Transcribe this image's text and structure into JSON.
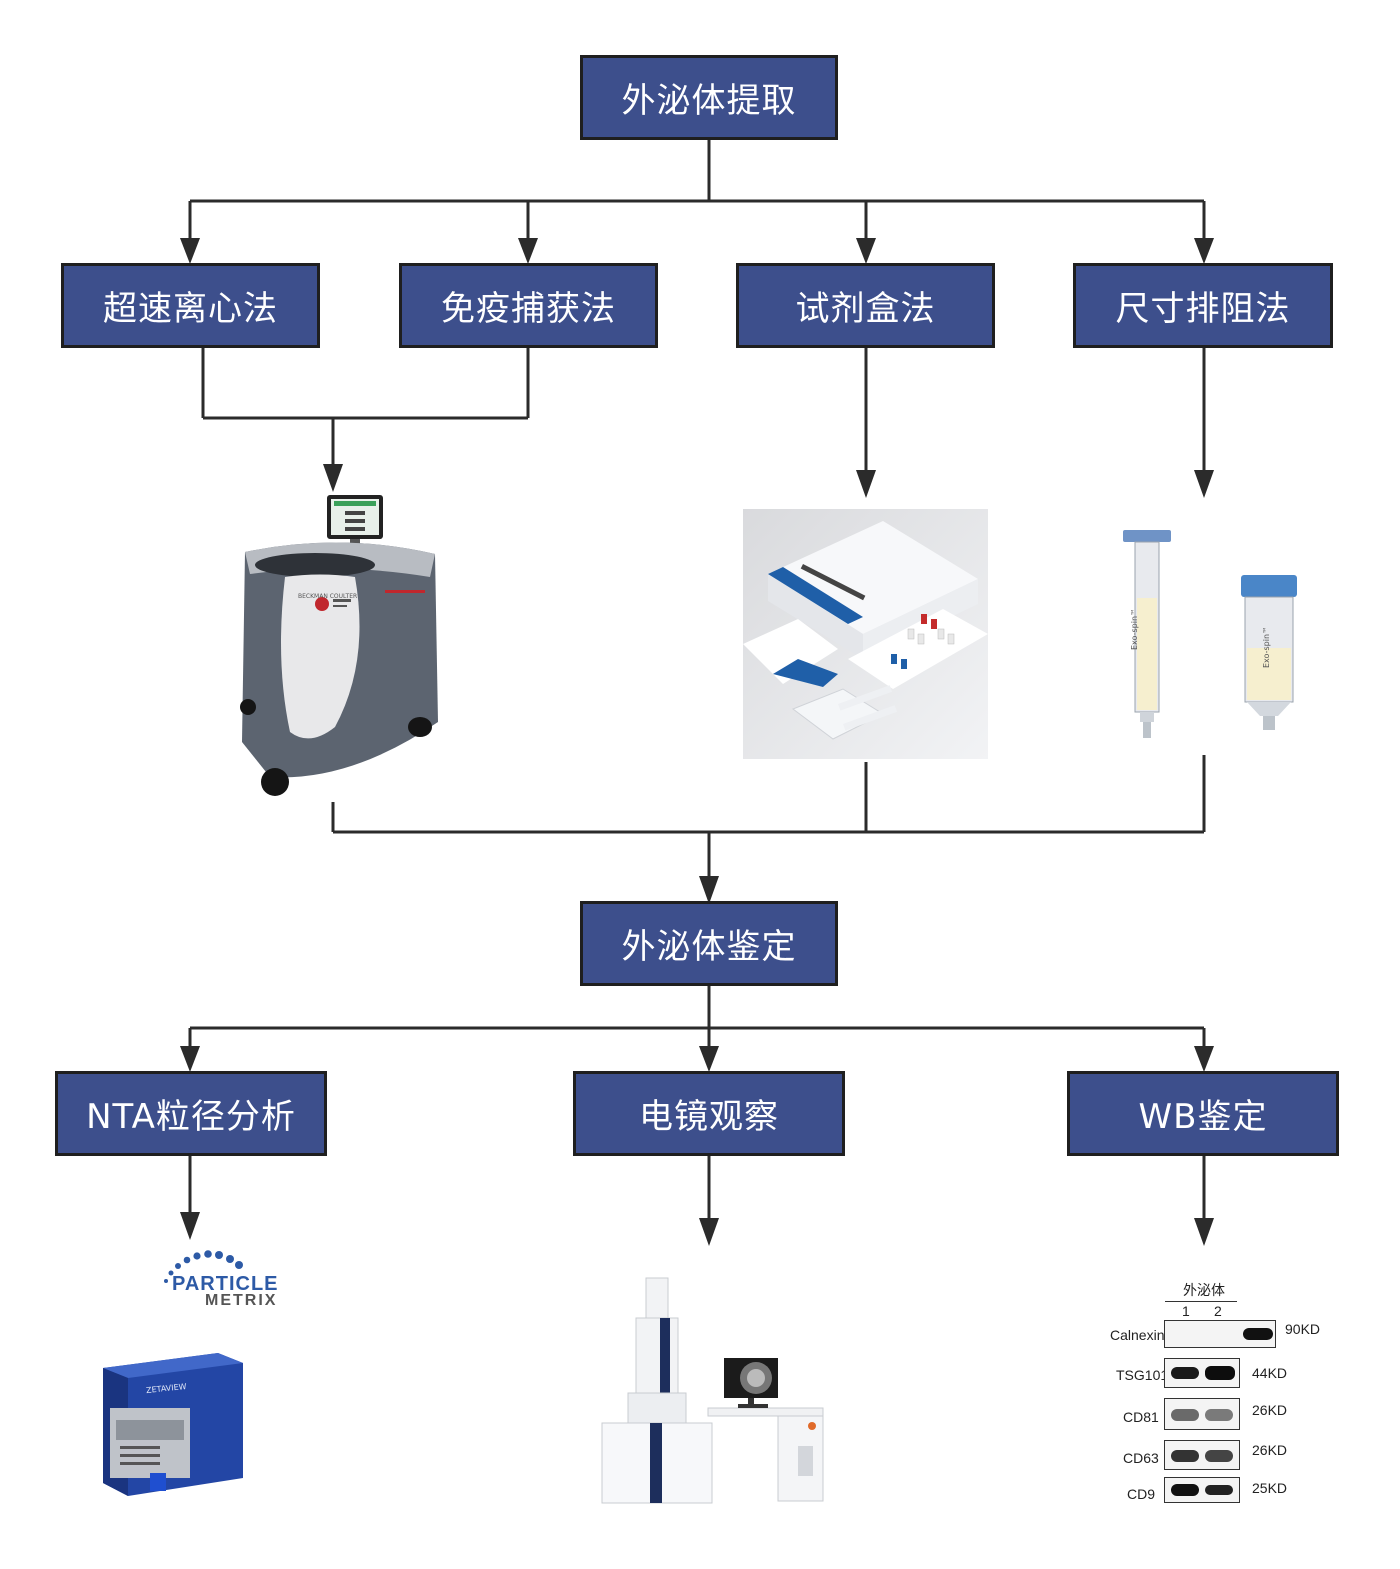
{
  "nodes": {
    "extraction": "外泌体提取",
    "ultracentrifugation": "超速离心法",
    "immunocapture": "免疫捕获法",
    "kit": "试剂盒法",
    "size_exclusion": "尺寸排阻法",
    "identification": "外泌体鉴定",
    "nta": "NTA粒径分析",
    "em": "电镜观察",
    "wb": "WB鉴定"
  },
  "images": {
    "centrifuge": {
      "icon": "centrifuge-machine",
      "brand": "BECKMAN COULTER"
    },
    "kit": {
      "icon": "reagent-kit-box"
    },
    "columns": {
      "icon": "spin-columns",
      "label": "Exo-spin™"
    },
    "nta_logo": {
      "line1": "PARTICLE",
      "line2": "METRIX"
    },
    "nta_device": {
      "icon": "zetaview-instrument",
      "label": "ZETAVIEW"
    },
    "microscope": {
      "icon": "electron-microscope"
    }
  },
  "western_blot": {
    "header": "外泌体",
    "lanes": [
      "1",
      "2"
    ],
    "rows": [
      {
        "protein": "Calnexin",
        "kd": "90KD",
        "lane1": 0.0,
        "lane2": 1.0
      },
      {
        "protein": "TSG101",
        "kd": "44KD",
        "lane1": 0.85,
        "lane2": 0.95
      },
      {
        "protein": "CD81",
        "kd": "26KD",
        "lane1": 0.5,
        "lane2": 0.45
      },
      {
        "protein": "CD63",
        "kd": "26KD",
        "lane1": 0.75,
        "lane2": 0.7
      },
      {
        "protein": "CD9",
        "kd": "25KD",
        "lane1": 0.9,
        "lane2": 0.8
      }
    ]
  },
  "colors": {
    "box": "#3d4f8c",
    "line": "#2b2b2b",
    "text": "#ffffff"
  }
}
